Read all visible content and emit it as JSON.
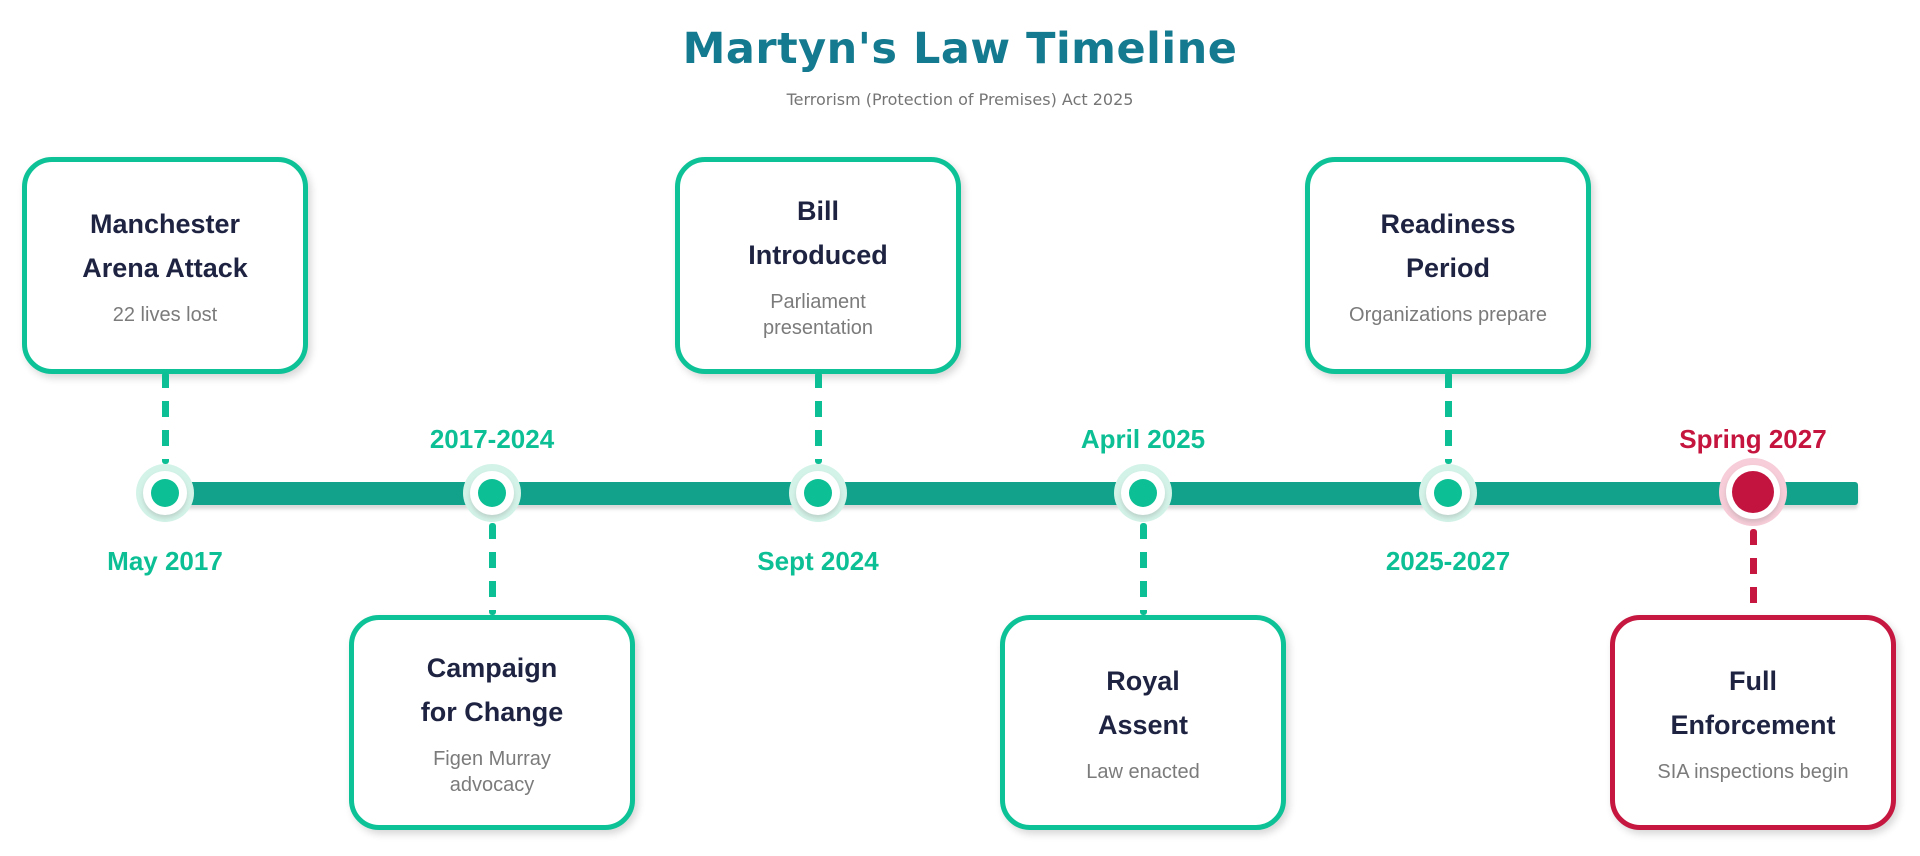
{
  "header": {
    "title": "Martyn's Law Timeline",
    "subtitle": "Terrorism (Protection of Premises) Act 2025"
  },
  "colors": {
    "title_teal": "#137a8f",
    "timeline_bar": "#12a28b",
    "emerald_accent": "#0dbf94",
    "red_accent": "#c31440",
    "card_title_navy": "#1e2342",
    "detail_gray": "#7b7b7b"
  },
  "events": [
    {
      "title_line1": "Manchester",
      "title_line2": "Arena Attack",
      "detail": "22 lives lost",
      "date": "May 2017",
      "side": "above",
      "theme": "green"
    },
    {
      "title_line1": "Campaign",
      "title_line2": "for Change",
      "detail": "Figen Murray advocacy",
      "date": "2017-2024",
      "side": "below",
      "theme": "green"
    },
    {
      "title_line1": "Bill",
      "title_line2": "Introduced",
      "detail": "Parliament presentation",
      "date": "Sept 2024",
      "side": "above",
      "theme": "green"
    },
    {
      "title_line1": "Royal",
      "title_line2": "Assent",
      "detail": "Law enacted",
      "date": "April 2025",
      "side": "below",
      "theme": "green"
    },
    {
      "title_line1": "Readiness",
      "title_line2": "Period",
      "detail": "Organizations prepare",
      "date": "2025-2027",
      "side": "above",
      "theme": "green"
    },
    {
      "title_line1": "Full",
      "title_line2": "Enforcement",
      "detail": "SIA inspections begin",
      "date": "Spring 2027",
      "side": "below",
      "theme": "red"
    }
  ]
}
